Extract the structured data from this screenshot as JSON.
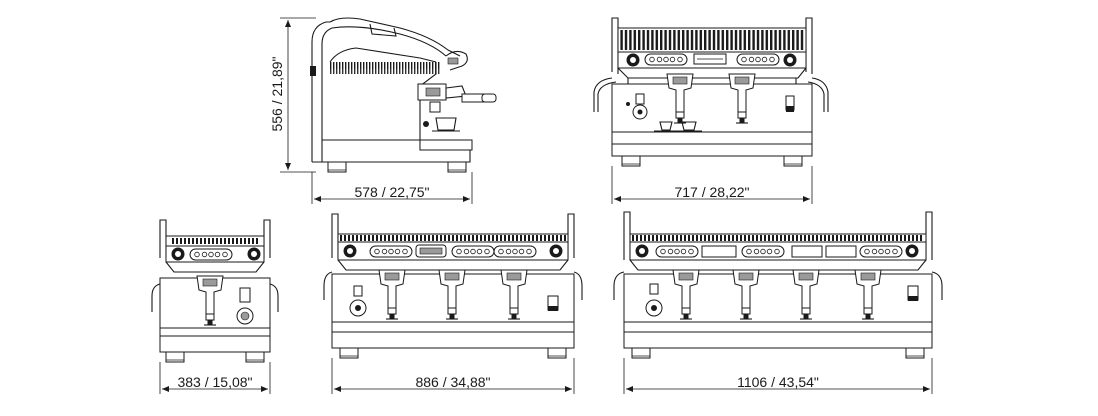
{
  "dimensions": {
    "height": "556 / 21,89\"",
    "side_depth": "578 / 22,75\"",
    "front_two_group": "717 / 28,22\"",
    "one_group": "383 / 15,08\"",
    "three_group": "886 / 34,88\"",
    "four_group": "1106 / 43,54\""
  },
  "colors": {
    "line": "#1a1a1a",
    "background": "#ffffff",
    "grey": "#9a9a9a"
  }
}
